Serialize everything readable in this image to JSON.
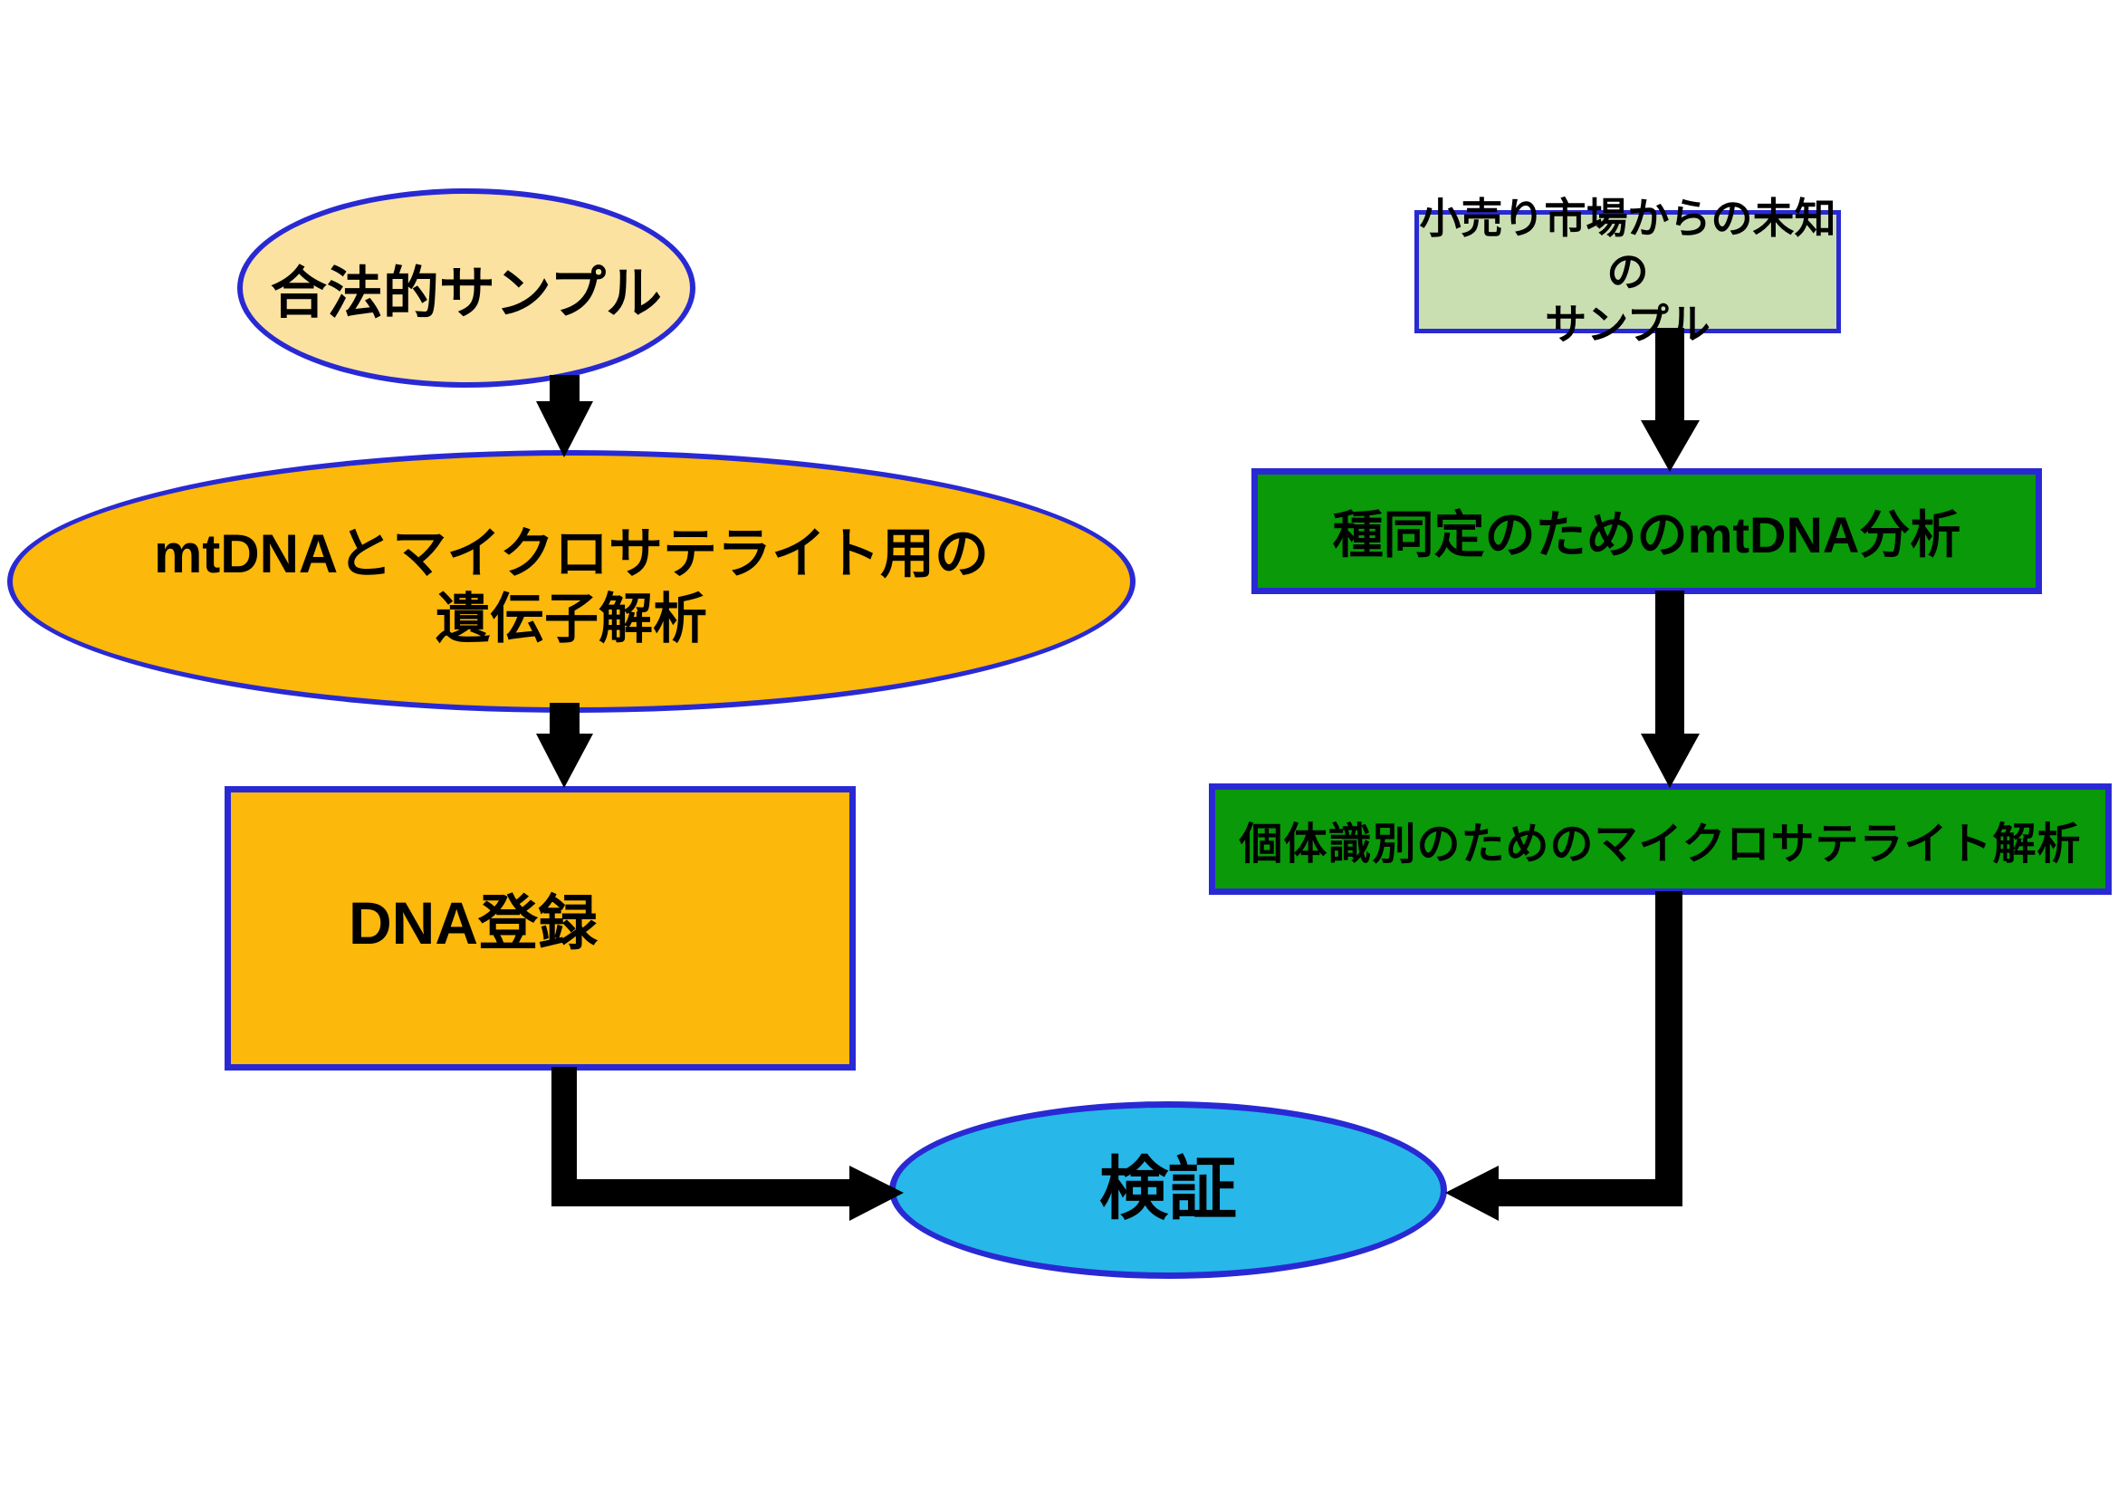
{
  "diagram": {
    "title_hint": "DNA forensic traceability flowchart",
    "nodes": {
      "legal_sample": {
        "label": "合法的サンプル",
        "shape": "ellipse",
        "fill": "#FBE2A0"
      },
      "genetic_analysis": {
        "label_line1": "mtDNAとマイクロサテライト用の",
        "label_line2": "遺伝子解析",
        "shape": "ellipse",
        "fill": "#FCB80B"
      },
      "dna_registration": {
        "label": "DNA登録",
        "shape": "rect",
        "fill": "#FCB80B"
      },
      "unknown_sample": {
        "label_line1": "小売り市場からの未知の",
        "label_line2": "サンプル",
        "shape": "rect",
        "fill": "#C9DFB1"
      },
      "mtdna_analysis": {
        "label": "種同定のためのmtDNA分析",
        "shape": "rect",
        "fill": "#099909"
      },
      "microsatellite_analysis": {
        "label": "個体識別のためのマイクロサテライト解析",
        "shape": "rect",
        "fill": "#099909"
      },
      "verification": {
        "label": "検証",
        "shape": "ellipse",
        "fill": "#28B7E9"
      }
    },
    "edges": [
      {
        "from": "legal_sample",
        "to": "genetic_analysis"
      },
      {
        "from": "genetic_analysis",
        "to": "dna_registration"
      },
      {
        "from": "dna_registration",
        "to": "verification"
      },
      {
        "from": "unknown_sample",
        "to": "mtdna_analysis"
      },
      {
        "from": "mtdna_analysis",
        "to": "microsatellite_analysis"
      },
      {
        "from": "microsatellite_analysis",
        "to": "verification"
      }
    ],
    "colors": {
      "border": "#2929D4",
      "arrow": "#000000",
      "text": "#000000",
      "background": "#FFFFFF",
      "cream": "#FBE2A0",
      "orange": "#FCB80B",
      "light_green": "#C9DFB1",
      "green": "#099909",
      "cyan": "#28B7E9"
    }
  }
}
